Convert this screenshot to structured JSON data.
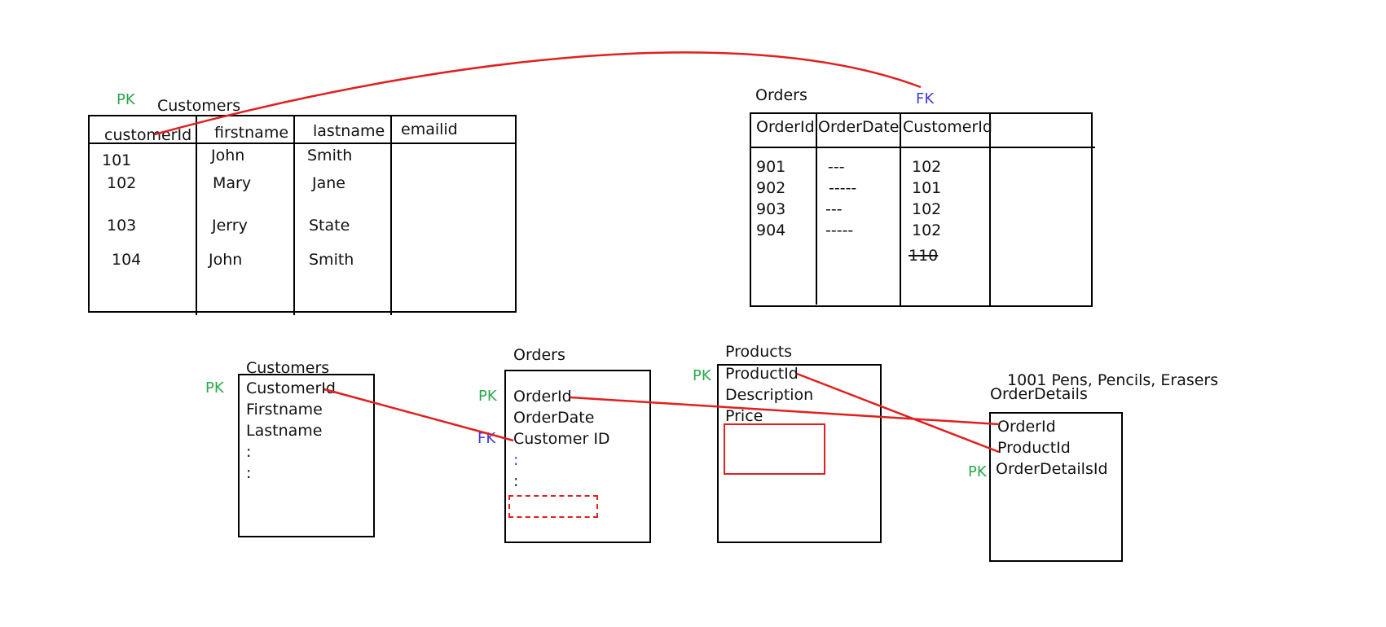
{
  "top": {
    "customers": {
      "title": "Customers",
      "pk_label": "PK",
      "headers": [
        "customerId",
        "firstname",
        "lastname",
        "emailid"
      ],
      "rows": [
        [
          "101",
          "John",
          "Smith",
          ""
        ],
        [
          "102",
          "Mary",
          "Jane",
          ""
        ],
        [
          "103",
          "Jerry",
          "State",
          ""
        ],
        [
          "104",
          "John",
          "Smith",
          ""
        ]
      ]
    },
    "orders": {
      "title": "Orders",
      "fk_label": "FK",
      "headers": [
        "OrderId",
        "OrderDate",
        "CustomerId",
        ""
      ],
      "rows": [
        [
          "901",
          "---",
          "102"
        ],
        [
          "902",
          "-----",
          "101"
        ],
        [
          "903",
          "---",
          "102"
        ],
        [
          "904",
          "-----",
          "102"
        ]
      ],
      "struck_value": "110"
    }
  },
  "bottom": {
    "customers": {
      "title": "Customers",
      "pk_label": "PK",
      "fields": [
        "CustomerId",
        "Firstname",
        "Lastname",
        ":",
        ":"
      ]
    },
    "orders": {
      "title": "Orders",
      "pk_label": "PK",
      "fk_label": "FK",
      "fields": [
        "OrderId",
        "OrderDate",
        "Customer ID",
        ":",
        ":"
      ]
    },
    "products": {
      "title": "Products",
      "pk_label": "PK",
      "fields": [
        "ProductId",
        "Description",
        "Price"
      ]
    },
    "orderdetails": {
      "note": "1001 Pens, Pencils, Erasers",
      "title": "OrderDetails",
      "pk_label": "PK",
      "fields": [
        "OrderId",
        "ProductId",
        "OrderDetailsId"
      ]
    }
  },
  "colors": {
    "relationship_line": "#e02020",
    "pk": "#2aa84a",
    "fk": "#3b3bd6"
  }
}
